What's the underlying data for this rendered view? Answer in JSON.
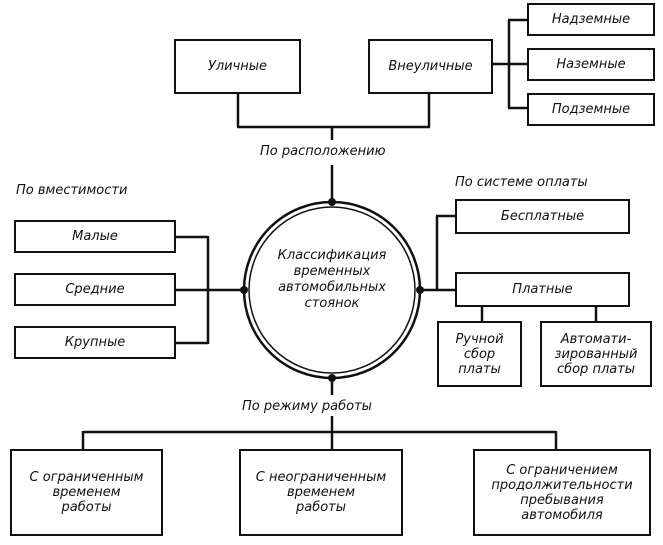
{
  "center": {
    "lines": [
      "Классификация",
      "временных",
      "автомобильных",
      "стоянок"
    ]
  },
  "location": {
    "label": "По расположению",
    "street": "Уличные",
    "offstreet": "Внеуличные",
    "offstreet_children": [
      "Надземные",
      "Наземные",
      "Подземные"
    ]
  },
  "capacity": {
    "label": "По вместимости",
    "items": [
      "Малые",
      "Средние",
      "Крупные"
    ]
  },
  "payment": {
    "label": "По системе оплаты",
    "free": "Бесплатные",
    "paid": "Платные",
    "paid_children": [
      {
        "lines": [
          "Ручной",
          "сбор",
          "платы"
        ]
      },
      {
        "lines": [
          "Автомати-",
          "зированный",
          "сбор платы"
        ]
      }
    ]
  },
  "schedule": {
    "label": "По режиму работы",
    "items": [
      {
        "lines": [
          "С ограниченным",
          "временем",
          "работы"
        ]
      },
      {
        "lines": [
          "С неограниченным",
          "временем",
          "работы"
        ]
      },
      {
        "lines": [
          "С ограничением",
          "продолжительности",
          "пребывания",
          "автомобиля"
        ]
      }
    ]
  }
}
